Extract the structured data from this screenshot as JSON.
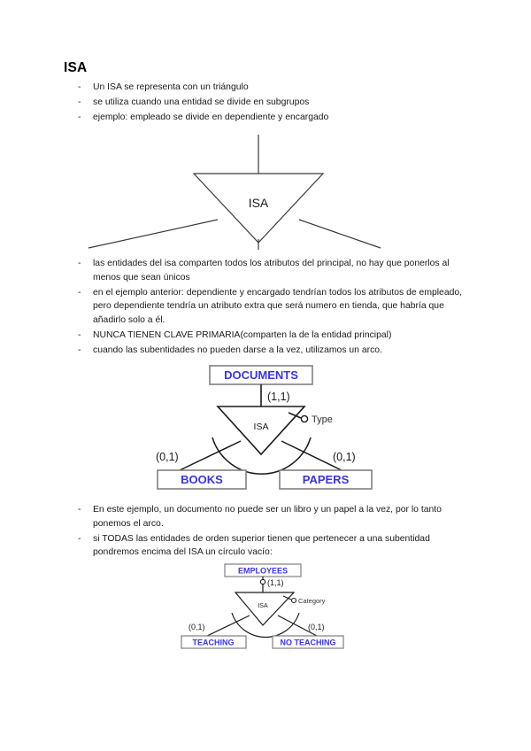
{
  "document": {
    "heading": "ISA",
    "lists": [
      {
        "id": "list-1",
        "bullet_marker": "-",
        "items": [
          "Un ISA se representa con un triángulo",
          "se utiliza cuando una entidad se divide en subgrupos",
          "ejemplo: empleado se divide en dependiente y encargado"
        ]
      },
      {
        "id": "list-2",
        "bullet_marker": "-",
        "items": [
          "las entidades del isa comparten todos los atributos del principal, no hay que ponerlos al menos que sean únicos",
          "en el ejemplo anterior: dependiente y encargado tendrían todos los atributos de empleado, pero dependiente tendría un atributo extra que será numero en tienda, que habría que añadirlo solo a él.",
          "NUNCA TIENEN CLAVE PRIMARIA(comparten la de la entidad principal)",
          "cuando las subentidades no pueden darse a la vez, utilizamos un arco."
        ]
      },
      {
        "id": "list-3",
        "bullet_marker": "-",
        "items": [
          "En este ejemplo, un documento no puede ser un libro y un papel a la vez, por lo tanto ponemos el arco.",
          "si TODAS las entidades de orden superior tienen que pertenecer a una subentidad pondremos encima del ISA un círculo vacío:"
        ]
      }
    ]
  },
  "diagrams": {
    "isa_basic": {
      "name": "isa-basic-diagram",
      "triangle_label": "ISA",
      "has_arc": false,
      "stroke_color": "#3a3a3a"
    },
    "documents": {
      "name": "documents-isa-diagram",
      "parent_entity": "DOCUMENTS",
      "triangle_label": "ISA",
      "discriminator_attribute": "Type",
      "parent_cardinality": "(1,1)",
      "total_participation_circle": false,
      "has_arc": true,
      "children": [
        {
          "label": "BOOKS",
          "cardinality": "(0,1)"
        },
        {
          "label": "PAPERS",
          "cardinality": "(0,1)"
        }
      ],
      "entity_text_color": "#3a34e8",
      "box_border_color": "#808080"
    },
    "employees": {
      "name": "employees-isa-diagram",
      "parent_entity": "EMPLOYEES",
      "triangle_label": "ISA",
      "discriminator_attribute": "Category",
      "parent_cardinality": "(1,1)",
      "total_participation_circle": true,
      "has_arc": true,
      "children": [
        {
          "label": "TEACHING",
          "cardinality": "(0,1)"
        },
        {
          "label": "NO TEACHING",
          "cardinality": "(0,1)"
        }
      ],
      "entity_text_color": "#3a34e8",
      "box_border_color": "#808080"
    }
  }
}
